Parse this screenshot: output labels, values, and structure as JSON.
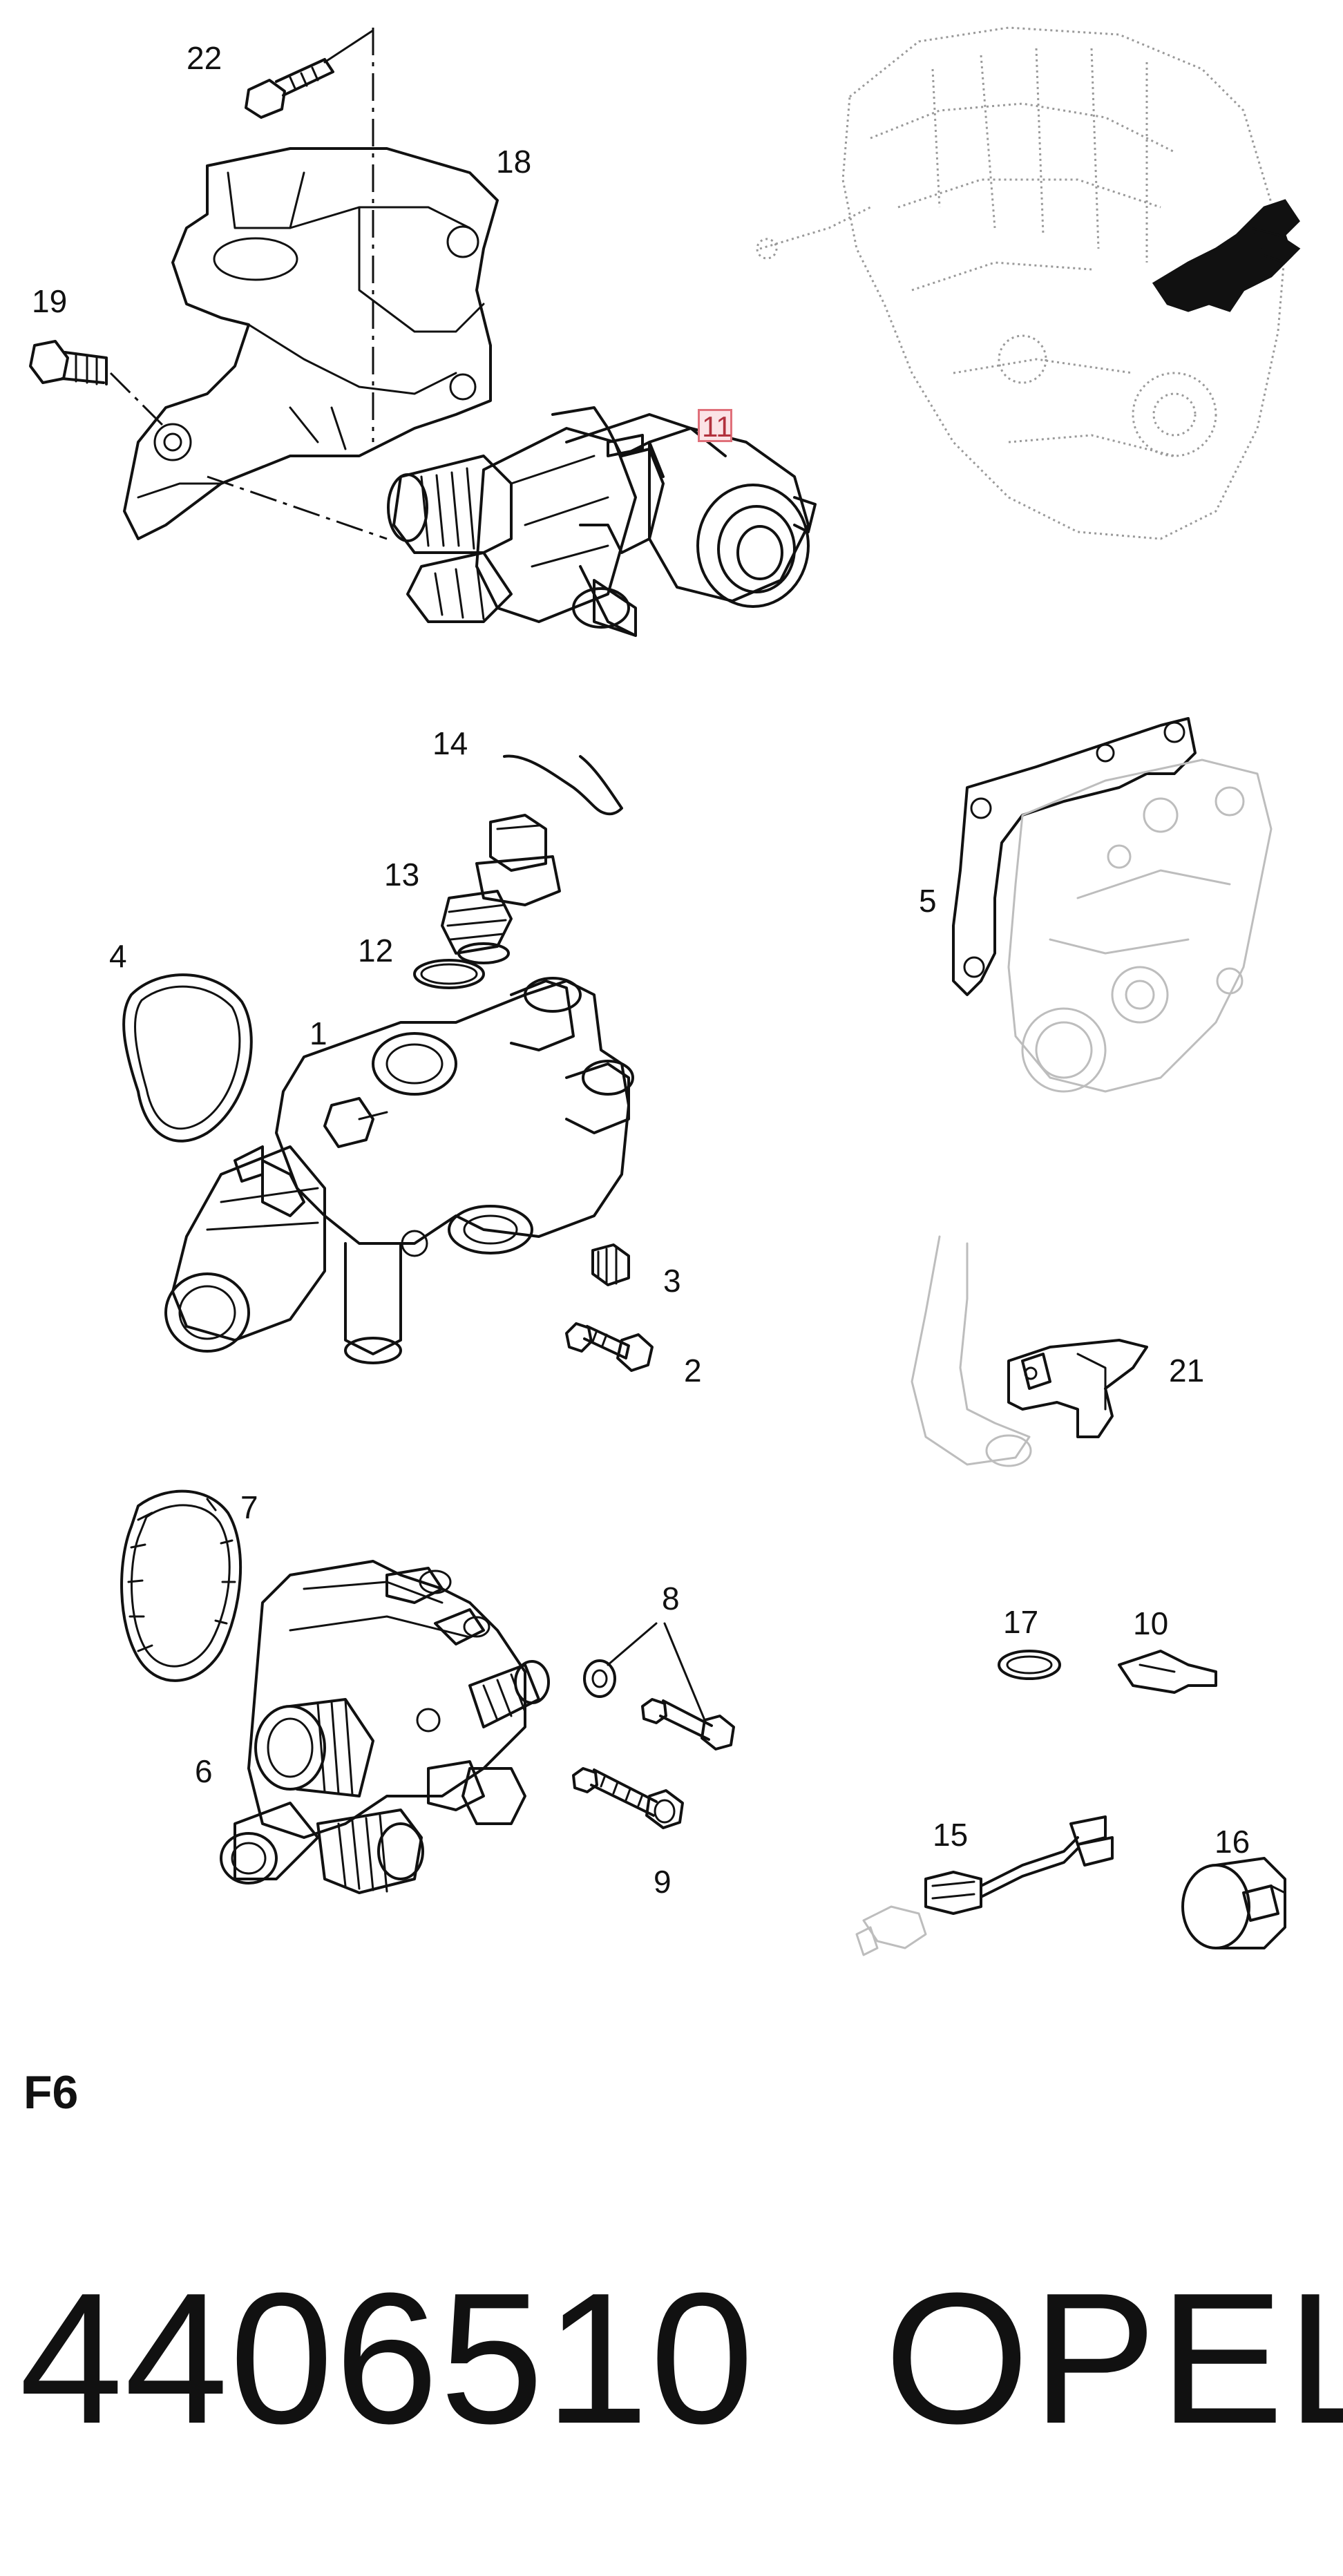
{
  "callouts": {
    "c22": "22",
    "c18": "18",
    "c19": "19",
    "c11": "11",
    "c14": "14",
    "c13": "13",
    "c12": "12",
    "c4": "4",
    "c1": "1",
    "c5": "5",
    "c3": "3",
    "c2": "2",
    "c21": "21",
    "c7": "7",
    "c8": "8",
    "c6": "6",
    "c9": "9",
    "c17": "17",
    "c10": "10",
    "c15": "15",
    "c16": "16"
  },
  "section_code": "F6",
  "part_number": "4406510",
  "brand": "OPEL",
  "colors": {
    "line": "#111111",
    "ghost": "#bdbdbd",
    "highlight": "#e0707a"
  }
}
